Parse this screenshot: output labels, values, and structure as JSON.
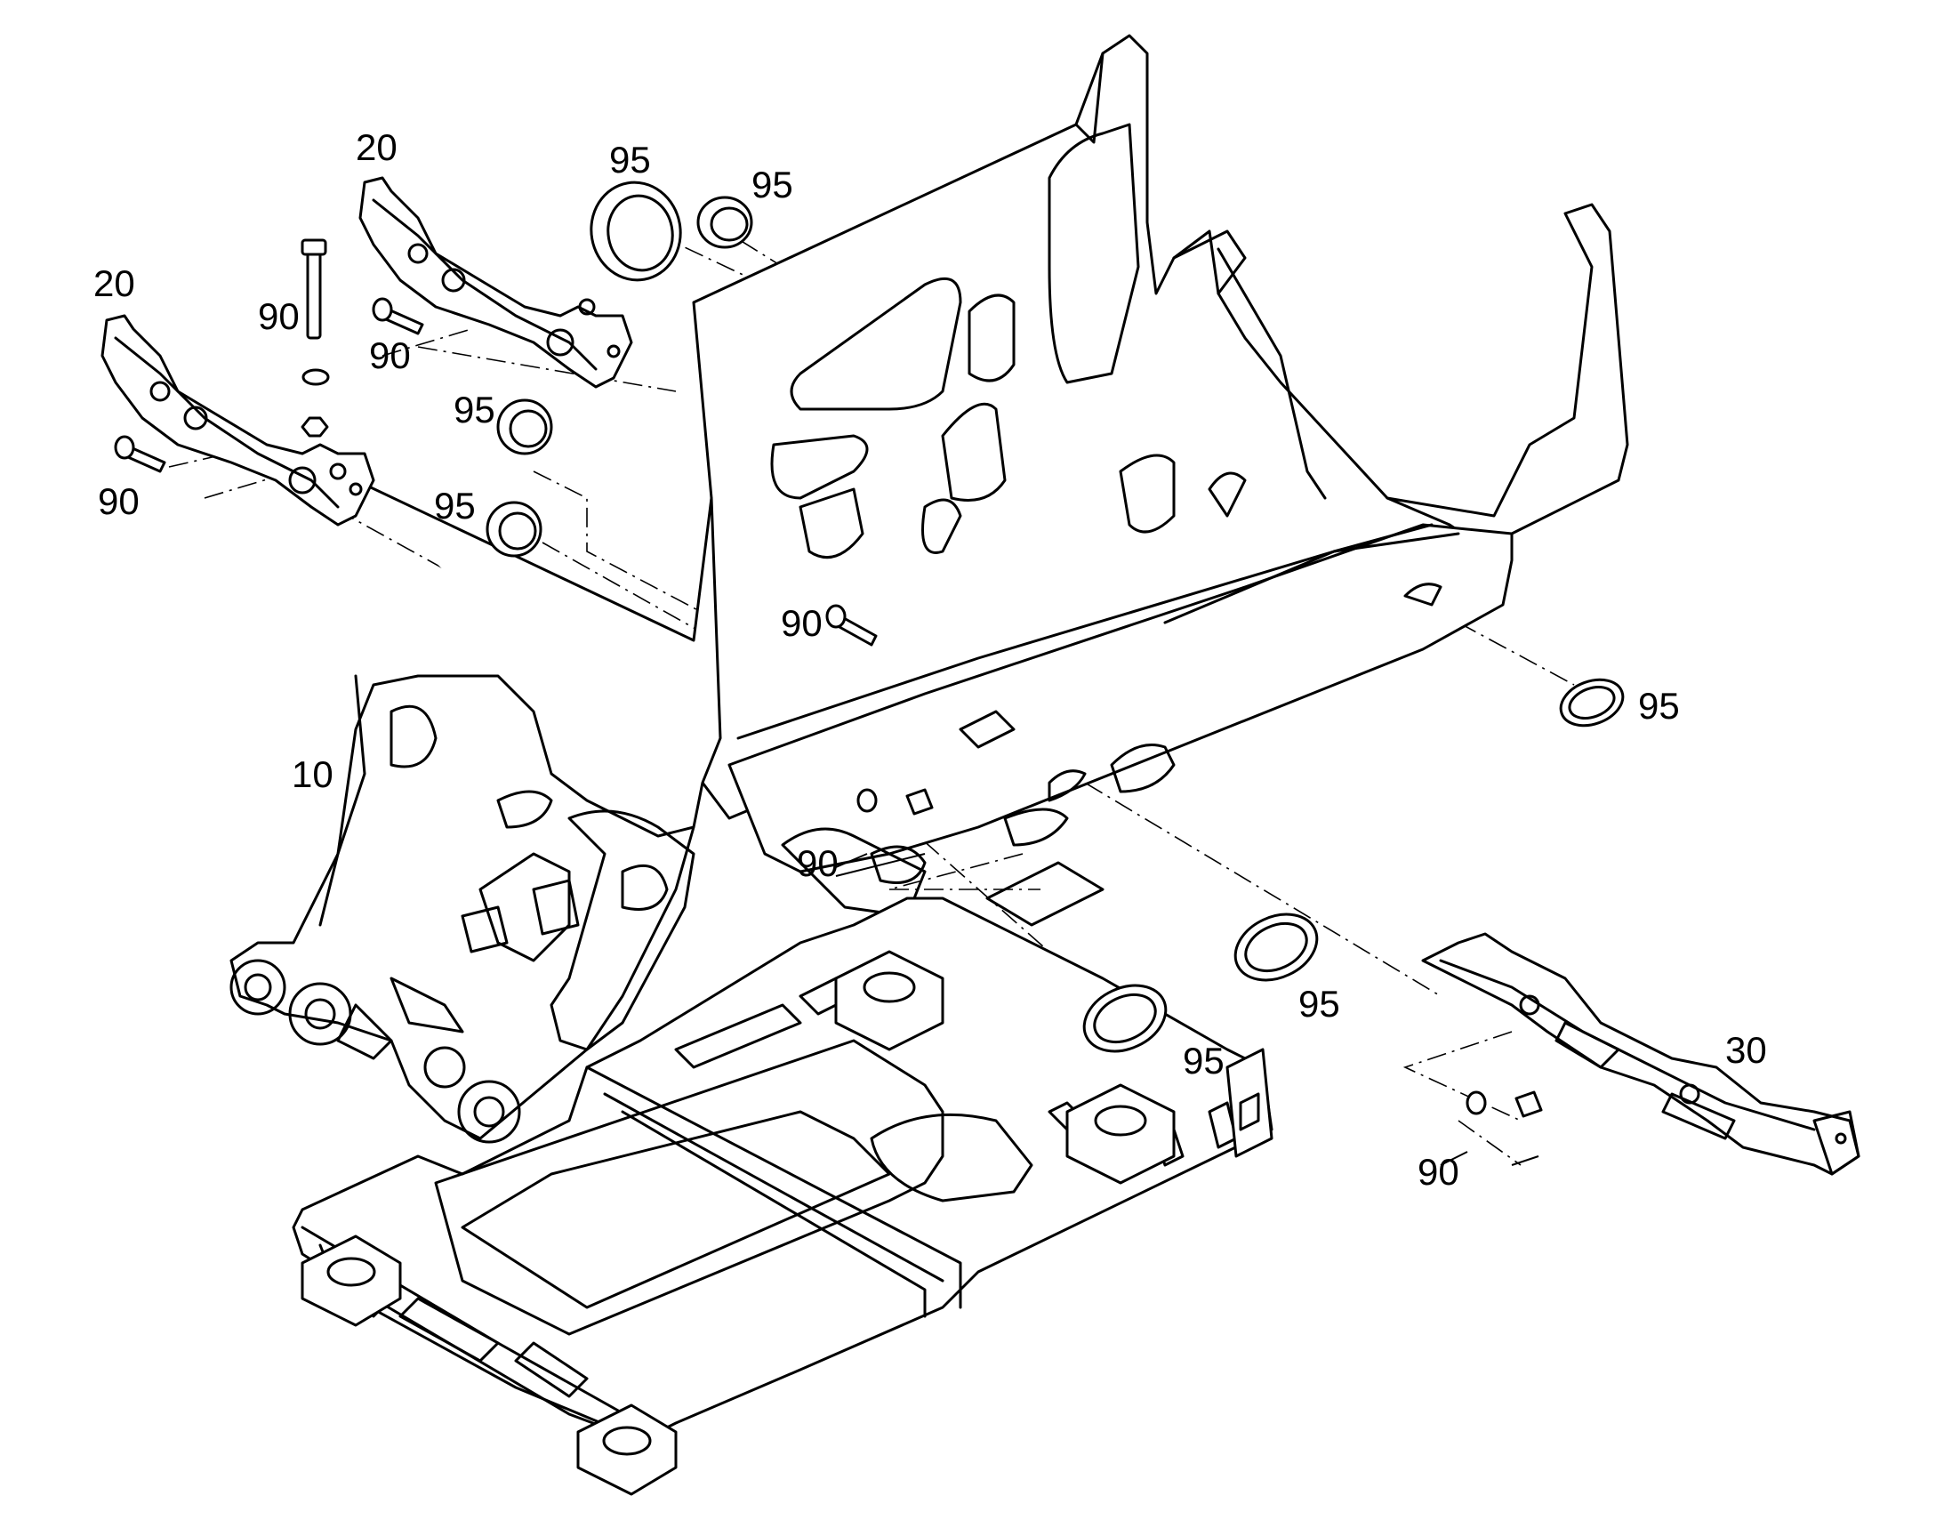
{
  "labels": {
    "frame": "10",
    "bracket_left": "20",
    "bracket_right": "20",
    "rail": "30",
    "fastener_a": "90",
    "fastener_b": "90",
    "fastener_c": "90",
    "fastener_d": "90",
    "fastener_e": "90",
    "fastener_f": "90",
    "seal_a": "95",
    "seal_b": "95",
    "seal_c": "95",
    "seal_d": "95",
    "seal_e": "95",
    "seal_f": "95",
    "seal_g": "95"
  }
}
